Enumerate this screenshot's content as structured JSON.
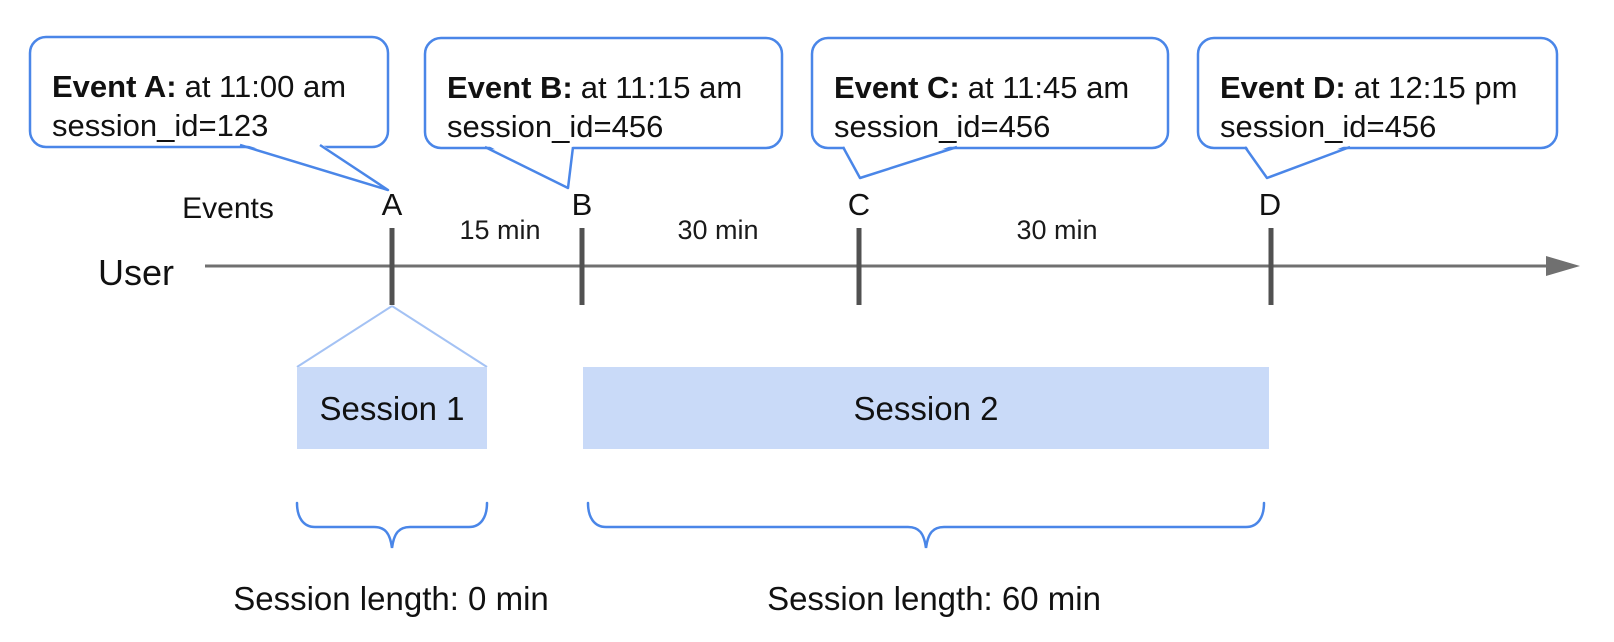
{
  "diagram": {
    "kind": "event-sessionization-timeline",
    "labels": {
      "events_axis": "Events",
      "user_axis": "User"
    },
    "bubbles": [
      {
        "title": "Event A:",
        "time": "at 11:00 am",
        "session": "session_id=123"
      },
      {
        "title": "Event B:",
        "time": "at 11:15 am",
        "session": "session_id=456"
      },
      {
        "title": "Event C:",
        "time": "at 11:45 am",
        "session": "session_id=456"
      },
      {
        "title": "Event D:",
        "time": "at 12:15 pm",
        "session": "session_id=456"
      }
    ],
    "event_markers": [
      "A",
      "B",
      "C",
      "D"
    ],
    "intervals": [
      "15 min",
      "30 min",
      "30 min"
    ],
    "sessions": [
      {
        "label": "Session 1",
        "length_label": "Session length: 0 min"
      },
      {
        "label": "Session 2",
        "length_label": "Session length: 60 min"
      }
    ],
    "colors": {
      "accent_blue": "#4a86e8",
      "session_fill": "#c9daf8",
      "fan_line_blue": "#a4c2f4",
      "axis_gray": "#707070",
      "tick_gray": "#515151"
    }
  }
}
